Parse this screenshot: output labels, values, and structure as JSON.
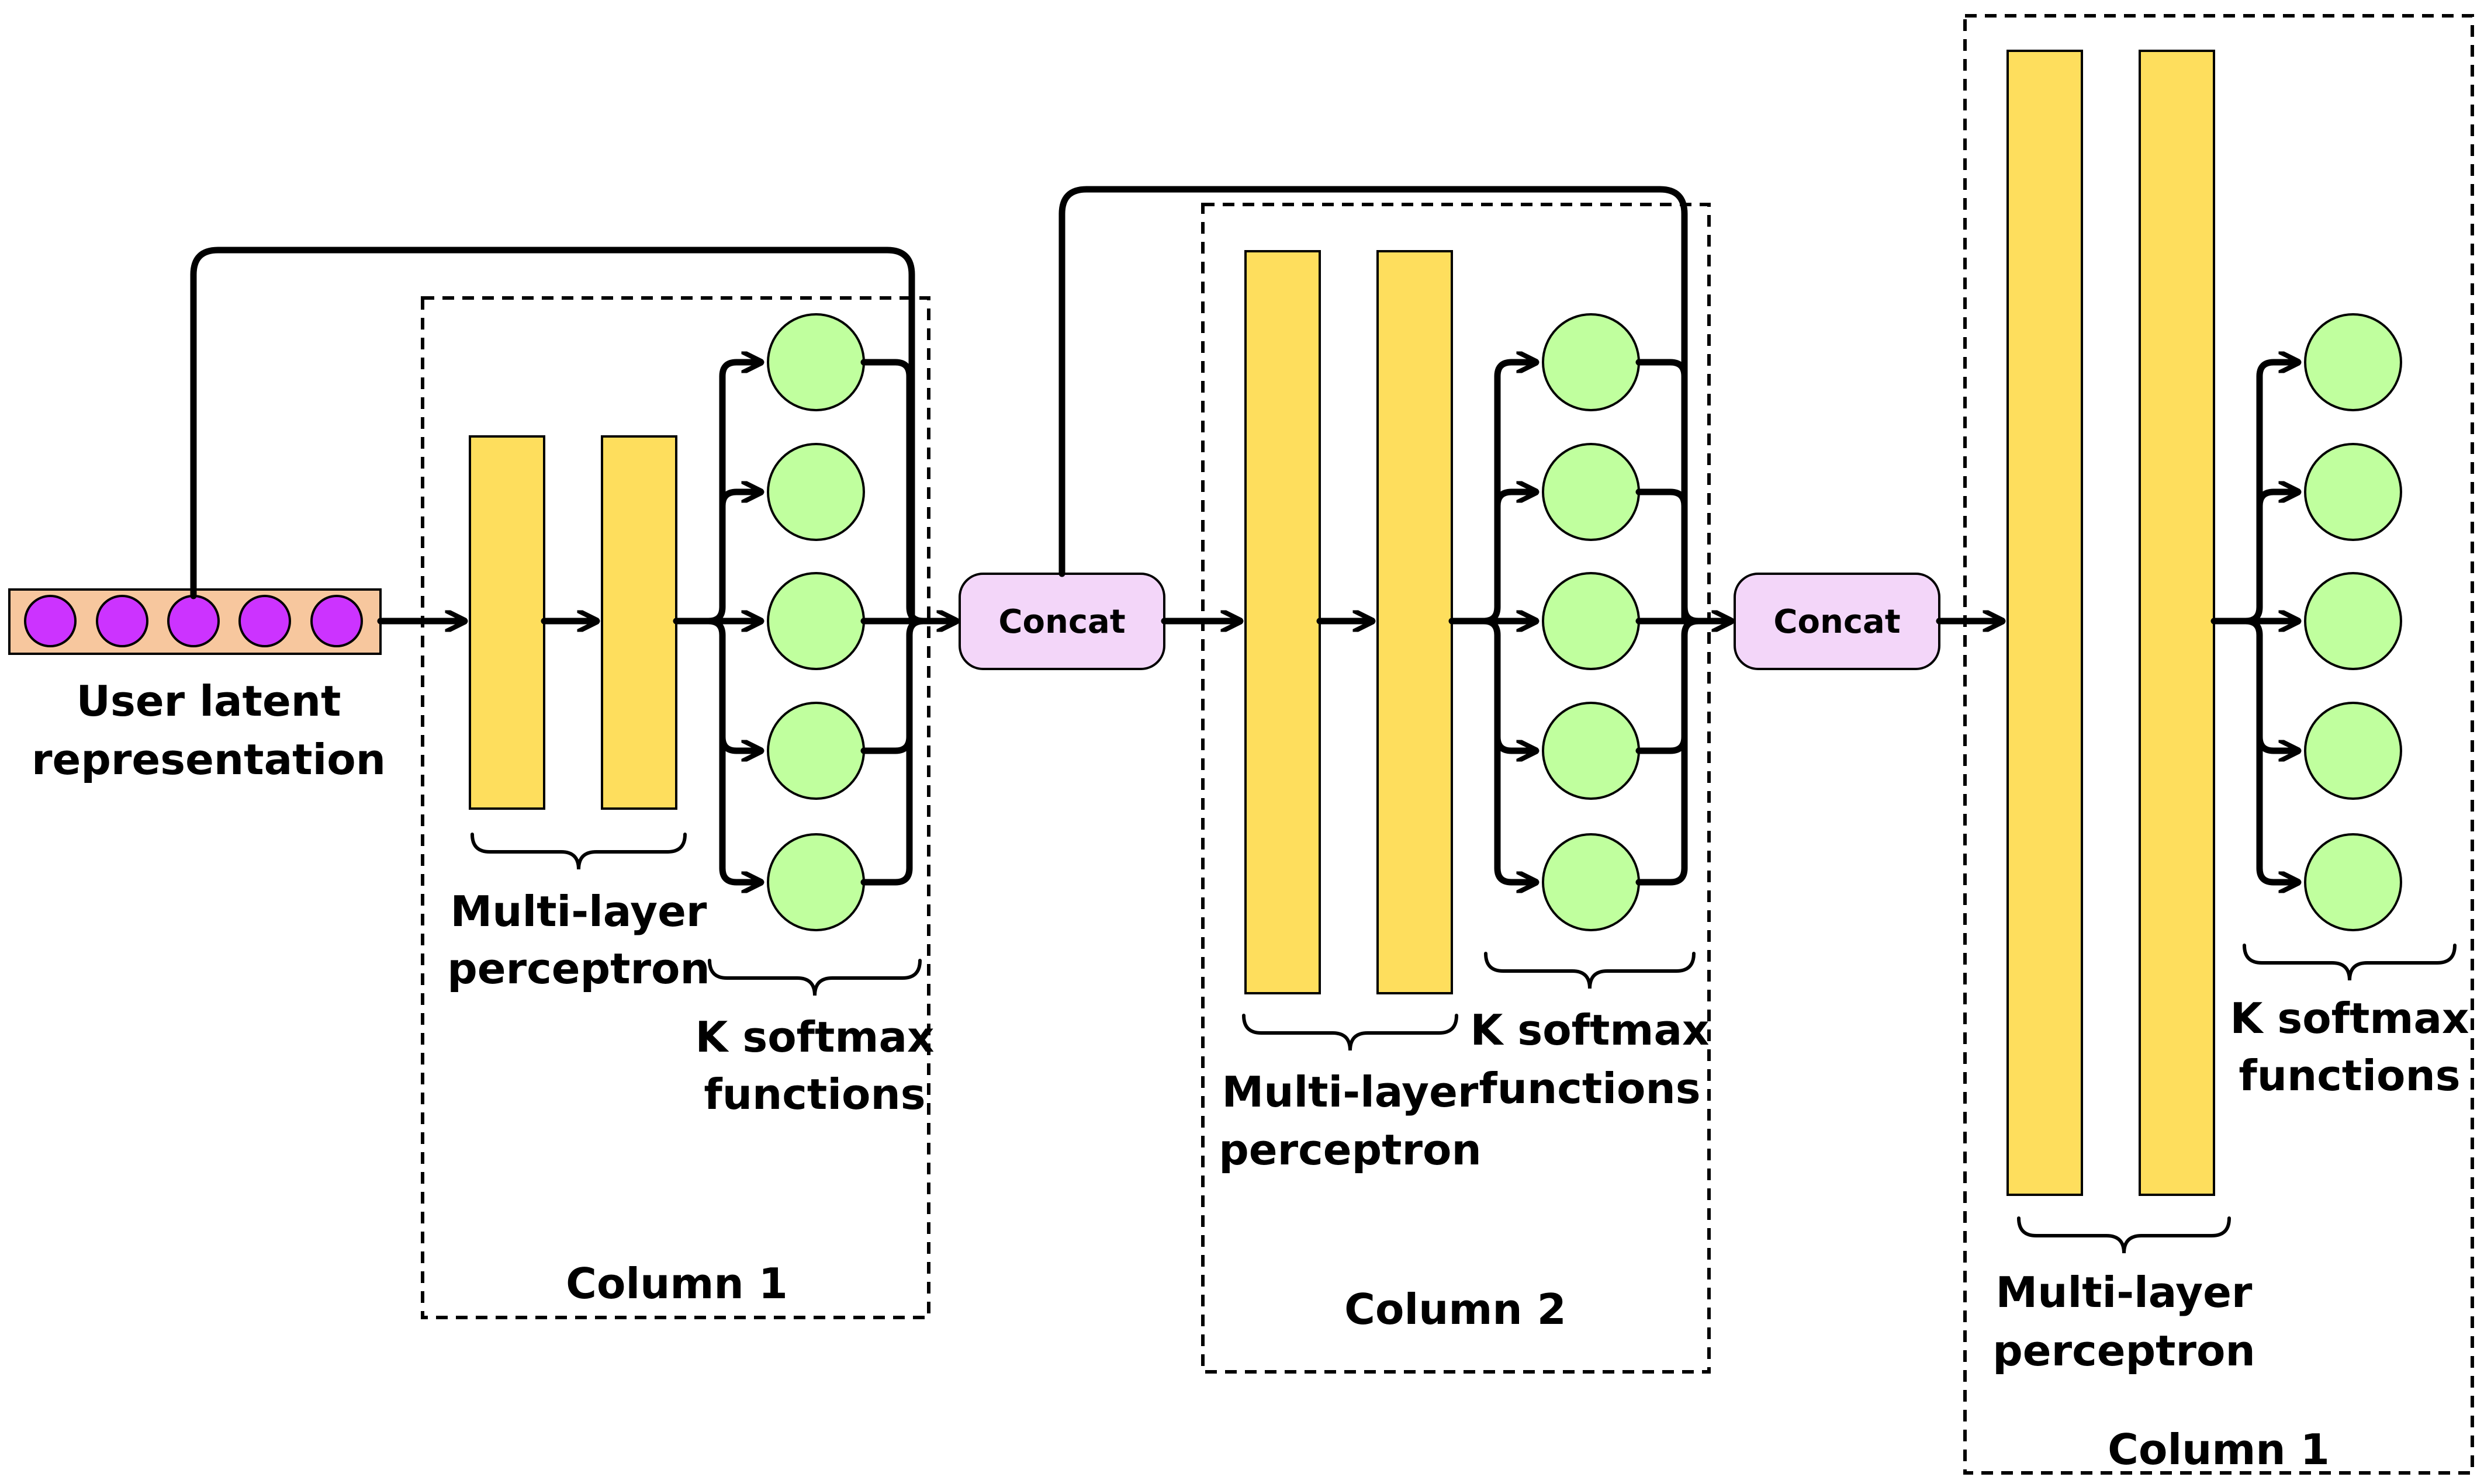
{
  "input": {
    "label_line1": "User latent",
    "label_line2": "representation",
    "node_count": 5,
    "colors": {
      "fill": "#f7c79e",
      "node": "#cc33ff"
    }
  },
  "columns": [
    {
      "mlp_line1": "Multi-layer",
      "mlp_line2": "perceptron",
      "softmax_line1": "K softmax",
      "softmax_line2": "functions",
      "title": "Column 1"
    },
    {
      "mlp_line1": "Multi-layer",
      "mlp_line2": "perceptron",
      "softmax_line1": "K softmax",
      "softmax_line2": "functions",
      "title": "Column 2"
    },
    {
      "mlp_line1": "Multi-layer",
      "mlp_line2": "perceptron",
      "softmax_line1": "K softmax",
      "softmax_line2": "functions",
      "title": "Column 1"
    }
  ],
  "concat": [
    {
      "label": "Concat"
    },
    {
      "label": "Concat"
    }
  ],
  "colors": {
    "mlp_bar": "#fede5d",
    "softmax_node": "#c0ff9e",
    "concat_fill": "#f3d6f9"
  }
}
